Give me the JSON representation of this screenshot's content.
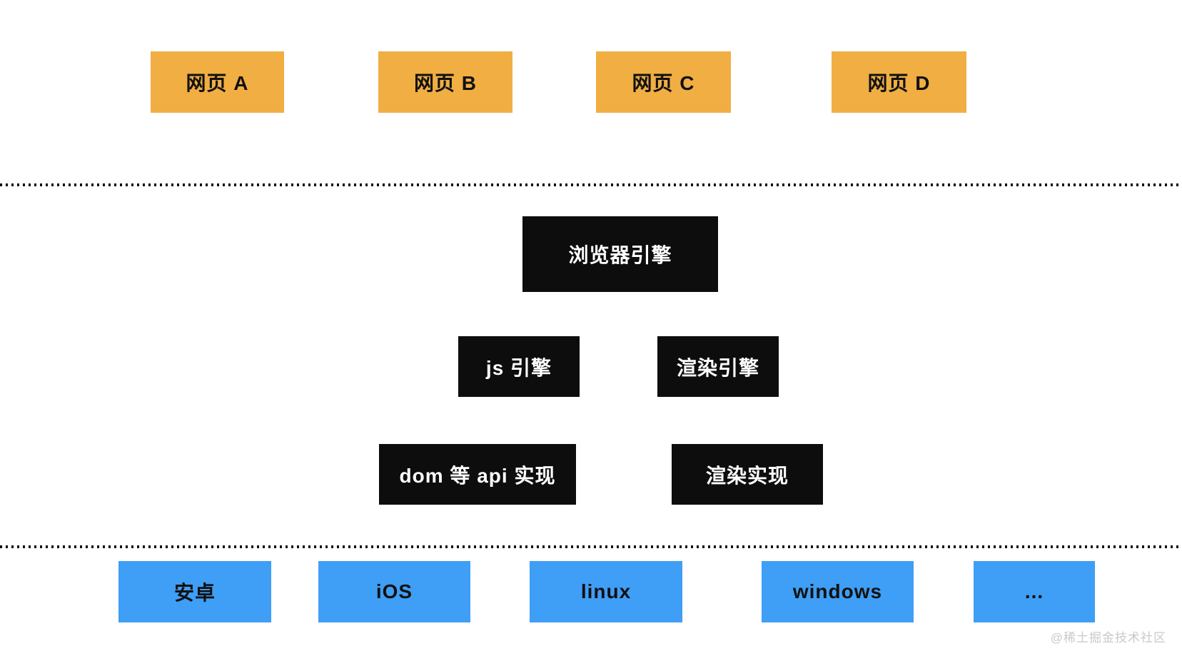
{
  "colors": {
    "webpage_box": "#F0AE43",
    "engine_box": "#0d0d0d",
    "platform_box": "#3F9EF5",
    "engine_text": "#ffffff",
    "box_text": "#111111",
    "divider_dots": "#111111",
    "watermark_text": "#c9c9c9",
    "background": "#ffffff"
  },
  "diagram": {
    "webpages": [
      {
        "label": "网页 A"
      },
      {
        "label": "网页 B"
      },
      {
        "label": "网页 C"
      },
      {
        "label": "网页 D"
      }
    ],
    "browser_engine": {
      "label": "浏览器引擎"
    },
    "engines": [
      {
        "label": "js 引擎"
      },
      {
        "label": "渲染引擎"
      }
    ],
    "implementations": [
      {
        "label": "dom 等 api 实现"
      },
      {
        "label": "渲染实现"
      }
    ],
    "platforms": [
      {
        "label": "安卓"
      },
      {
        "label": "iOS"
      },
      {
        "label": "linux"
      },
      {
        "label": "windows"
      },
      {
        "label": "..."
      }
    ]
  },
  "watermark": "@稀土掘金技术社区"
}
